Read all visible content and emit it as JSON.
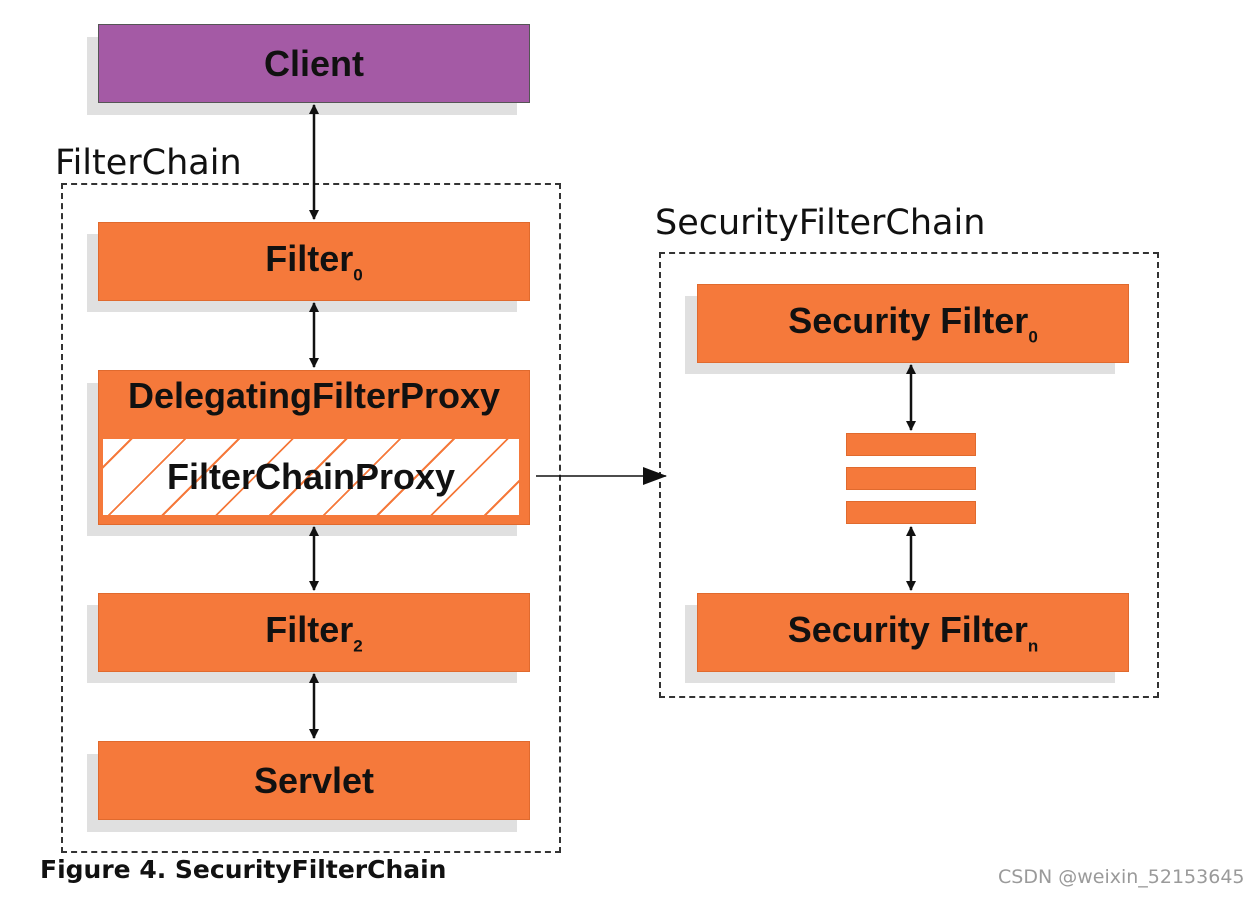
{
  "client": {
    "label": "Client"
  },
  "filter_chain": {
    "title": "FilterChain",
    "filter0": {
      "label": "Filter",
      "sub": "0"
    },
    "delegating": {
      "label": "DelegatingFilterProxy"
    },
    "filter_chain_proxy": {
      "label": "FilterChainProxy"
    },
    "filter2": {
      "label": "Filter",
      "sub": "2"
    },
    "servlet": {
      "label": "Servlet"
    }
  },
  "security_filter_chain": {
    "title": "SecurityFilterChain",
    "security_filter0": {
      "label": "Security Filter",
      "sub": "0"
    },
    "security_filtern": {
      "label": "Security Filter",
      "sub": "n"
    }
  },
  "caption": "Figure 4. SecurityFilterChain",
  "watermark": "CSDN @weixin_52153645",
  "colors": {
    "orange": "#f5793b",
    "purple": "#a45aa5",
    "hatch": "#f5793b"
  }
}
